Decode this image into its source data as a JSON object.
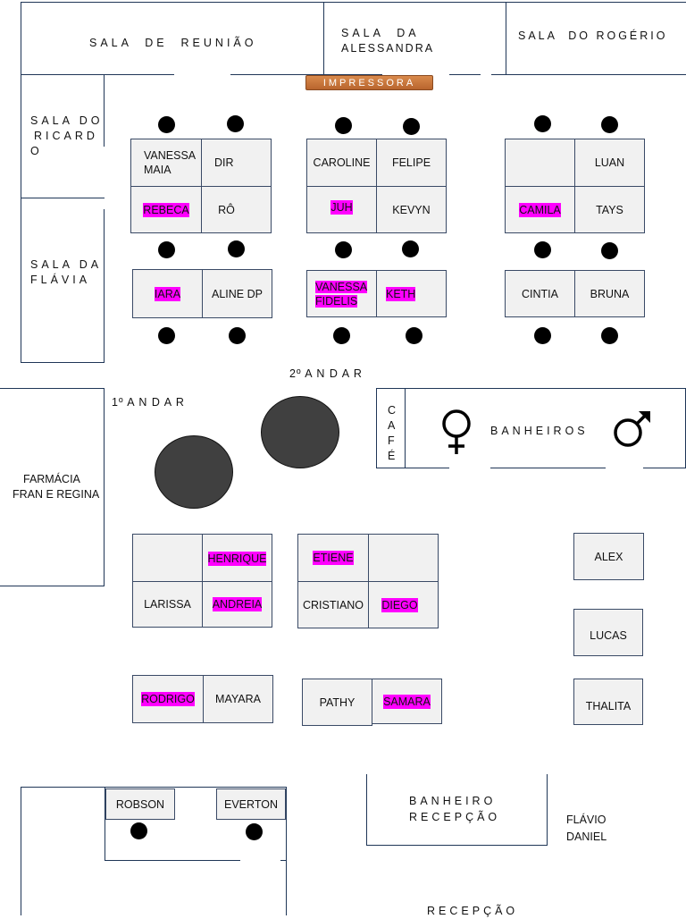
{
  "rooms": {
    "reuniao": "SALA  DE  REUNIÃO",
    "alessandra_1": "SALA  DA",
    "alessandra_2": "ALESSANDRA",
    "rogerio": "SALA  DO ROGÉRIO",
    "ricardo_1": "SALA DO",
    "ricardo_2": "RICARD",
    "ricardo_3": "O",
    "flavia_1": "SALA DA",
    "flavia_2": "FLÁVIA",
    "farmacia_1": "FARMÁCIA",
    "farmacia_2": "FRAN E REGINA",
    "banheiros": "BANHEIROS",
    "banheiro_rec_1": "BANHEIRO",
    "banheiro_rec_2": "RECEPÇÃO",
    "recepcao": "RECEPÇÃO",
    "cafe": [
      "C",
      "A",
      "F",
      "É"
    ]
  },
  "labels": {
    "impressora": "IMPRESSORA",
    "floor2": "2º A N D A R",
    "floor1": "1º A N D A R",
    "flavio_1": "FLÁVIO",
    "flavio_2": "DANIEL"
  },
  "desks": {
    "vanessa_maia_1": "VANESSA",
    "vanessa_maia_2": "MAIA",
    "dir": "DIR",
    "rebeca": "REBECA",
    "ro": "RÔ",
    "caroline": "CAROLINE",
    "felipe": "FELIPE",
    "juh": "JUH",
    "kevyn": "KEVYN",
    "luan": "LUAN",
    "camila": "CAMILA",
    "tays": "TAYS",
    "iara": "IARA",
    "aline": "ALINE DP",
    "vanessa_fidelis_1": "VANESSA",
    "vanessa_fidelis_2": "FIDELIS",
    "keth": "KETH",
    "cintia": "CINTIA",
    "bruna": "BRUNA",
    "henrique": "HENRIQUE",
    "larissa": "LARISSA",
    "andreia": "ANDREIA",
    "etiene": "ETIENE",
    "cristiano": "CRISTIANO",
    "diego": "DIEGO",
    "alex": "ALEX",
    "lucas": "LUCAS",
    "thalita": "THALITA",
    "rodrigo": "RODRIGO",
    "mayara": "MAYARA",
    "pathy": "PATHY",
    "samara": "SAMARA",
    "robson": "ROBSON",
    "everton": "EVERTON"
  },
  "icons": {
    "female": "female-symbol-icon",
    "male": "male-symbol-icon"
  },
  "colors": {
    "highlight": "#ff00ff",
    "wall": "#1f3657",
    "printer": "#c8733a"
  }
}
